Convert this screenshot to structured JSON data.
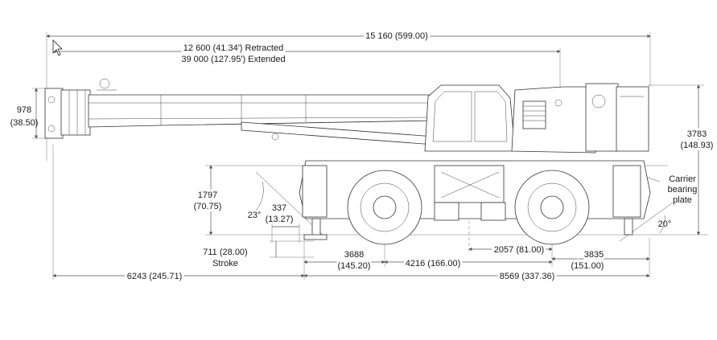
{
  "dimensions": {
    "overall_length": "15 160 (599.00)",
    "boom_retracted": "12 600 (41.34') Retracted",
    "boom_extended": "39 000 (127.95') Extended",
    "boom_head_height_mm": "978",
    "boom_head_height_in": "(38.50)",
    "overall_height_mm": "3783",
    "overall_height_in": "(148.93)",
    "carrier_height_mm": "1797",
    "carrier_height_in": "(70.75)",
    "outrigger_extension_mm": "337",
    "outrigger_extension_in": "(13.27)",
    "approach_angle": "23°",
    "departure_angle": "20°",
    "stroke_mm": "711 (28.00)",
    "stroke_label": "Stroke",
    "front_overhang_mm": "3688",
    "front_overhang_in": "(145.20)",
    "wheelbase": "4216 (166.00)",
    "axle_to_center": "2057 (81.00)",
    "rear_overhang_mm": "3835",
    "rear_overhang_in": "(151.00)",
    "front_boom_overhang": "6243 (245.71)",
    "carrier_length": "8569 (337.36)",
    "carrier_bearing_label_1": "Carrier",
    "carrier_bearing_label_2": "bearing",
    "carrier_bearing_label_3": "plate"
  }
}
